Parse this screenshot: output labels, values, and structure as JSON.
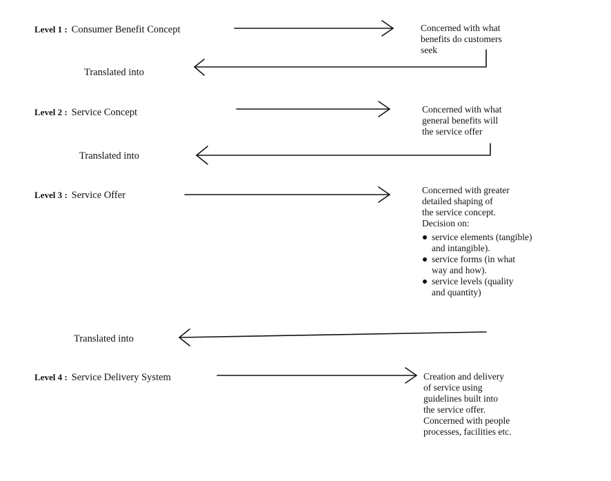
{
  "levels": [
    {
      "tag": "Level 1 :",
      "name": "Consumer Benefit Concept",
      "description": [
        "Concerned with what",
        "benefits do customers",
        "seek"
      ]
    },
    {
      "tag": "Level 2 :",
      "name": "Service Concept",
      "description": [
        "Concerned with what",
        "general benefits will",
        "the service offer"
      ]
    },
    {
      "tag": "Level 3 :",
      "name": "Service Offer",
      "description": [
        "Concerned with greater",
        "detailed shaping of",
        "the service concept.",
        "Decision on:"
      ],
      "bullets": [
        [
          "service elements (tangible)",
          "and intangible)."
        ],
        [
          "service forms (in what",
          "way and how)."
        ],
        [
          "service levels (quality",
          "and quantity)"
        ]
      ]
    },
    {
      "tag": "Level 4 :",
      "name": "Service Delivery System",
      "description": [
        "Creation and delivery",
        "of service using",
        "guidelines built into",
        "the service offer.",
        "Concerned with people",
        "processes, facilities etc."
      ]
    }
  ],
  "translated_labels": [
    "Translated into",
    "Translated into",
    "Translated into"
  ],
  "colors": {
    "ink": "#111111",
    "background": "#ffffff"
  }
}
